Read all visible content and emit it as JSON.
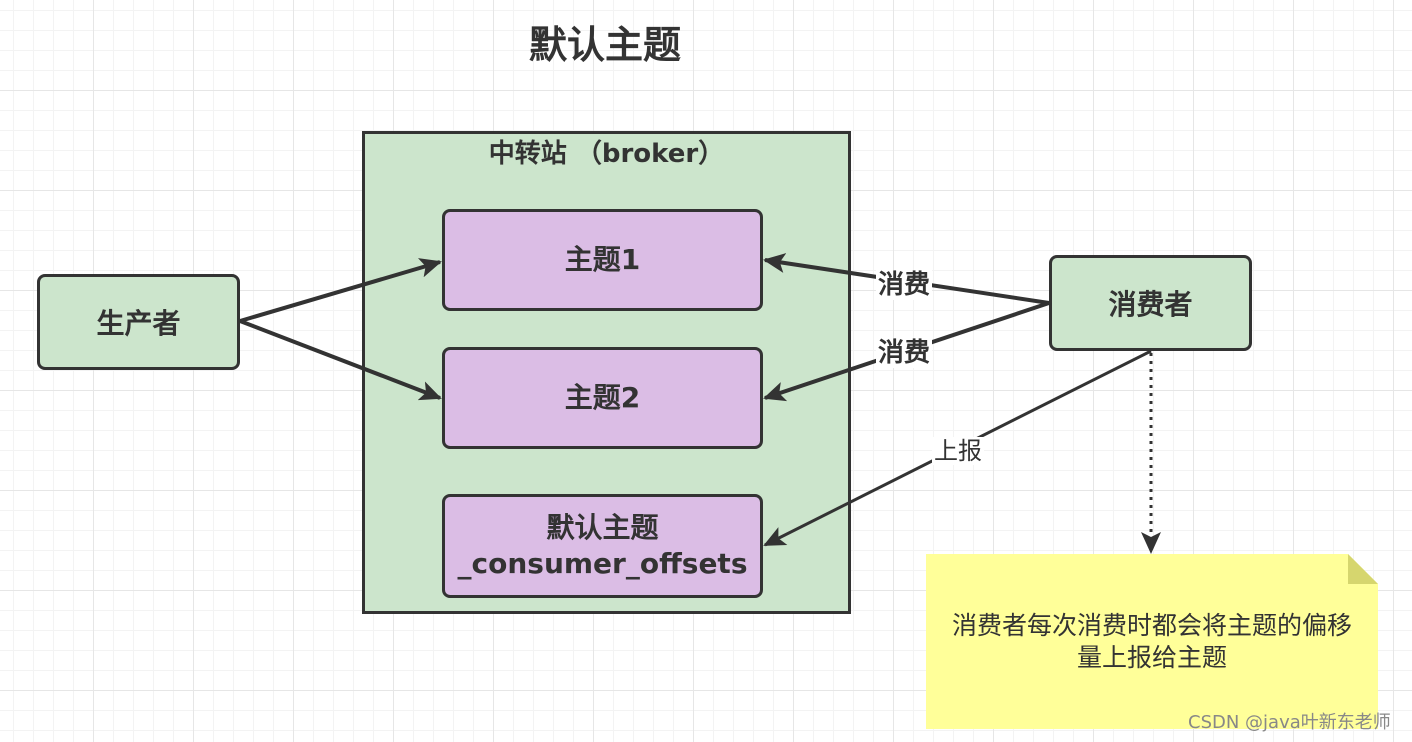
{
  "title": "默认主题",
  "broker": {
    "label": "中转站 （broker）"
  },
  "nodes": {
    "producer": "生产者",
    "topic1": "主题1",
    "topic2": "主题2",
    "default_topic_line1": "默认主题",
    "default_topic_line2": "_consumer_offsets",
    "consumer": "消费者"
  },
  "edges": {
    "consume1": "消费",
    "consume2": "消费",
    "report": "上报"
  },
  "note": {
    "text": "消费者每次消费时都会将主题的偏移量上报给主题"
  },
  "watermark": "CSDN @java叶新东老师",
  "colors": {
    "green_box": "#cce5cc",
    "purple_box": "#dbbde5",
    "note": "#ffff99",
    "stroke": "#333333"
  }
}
